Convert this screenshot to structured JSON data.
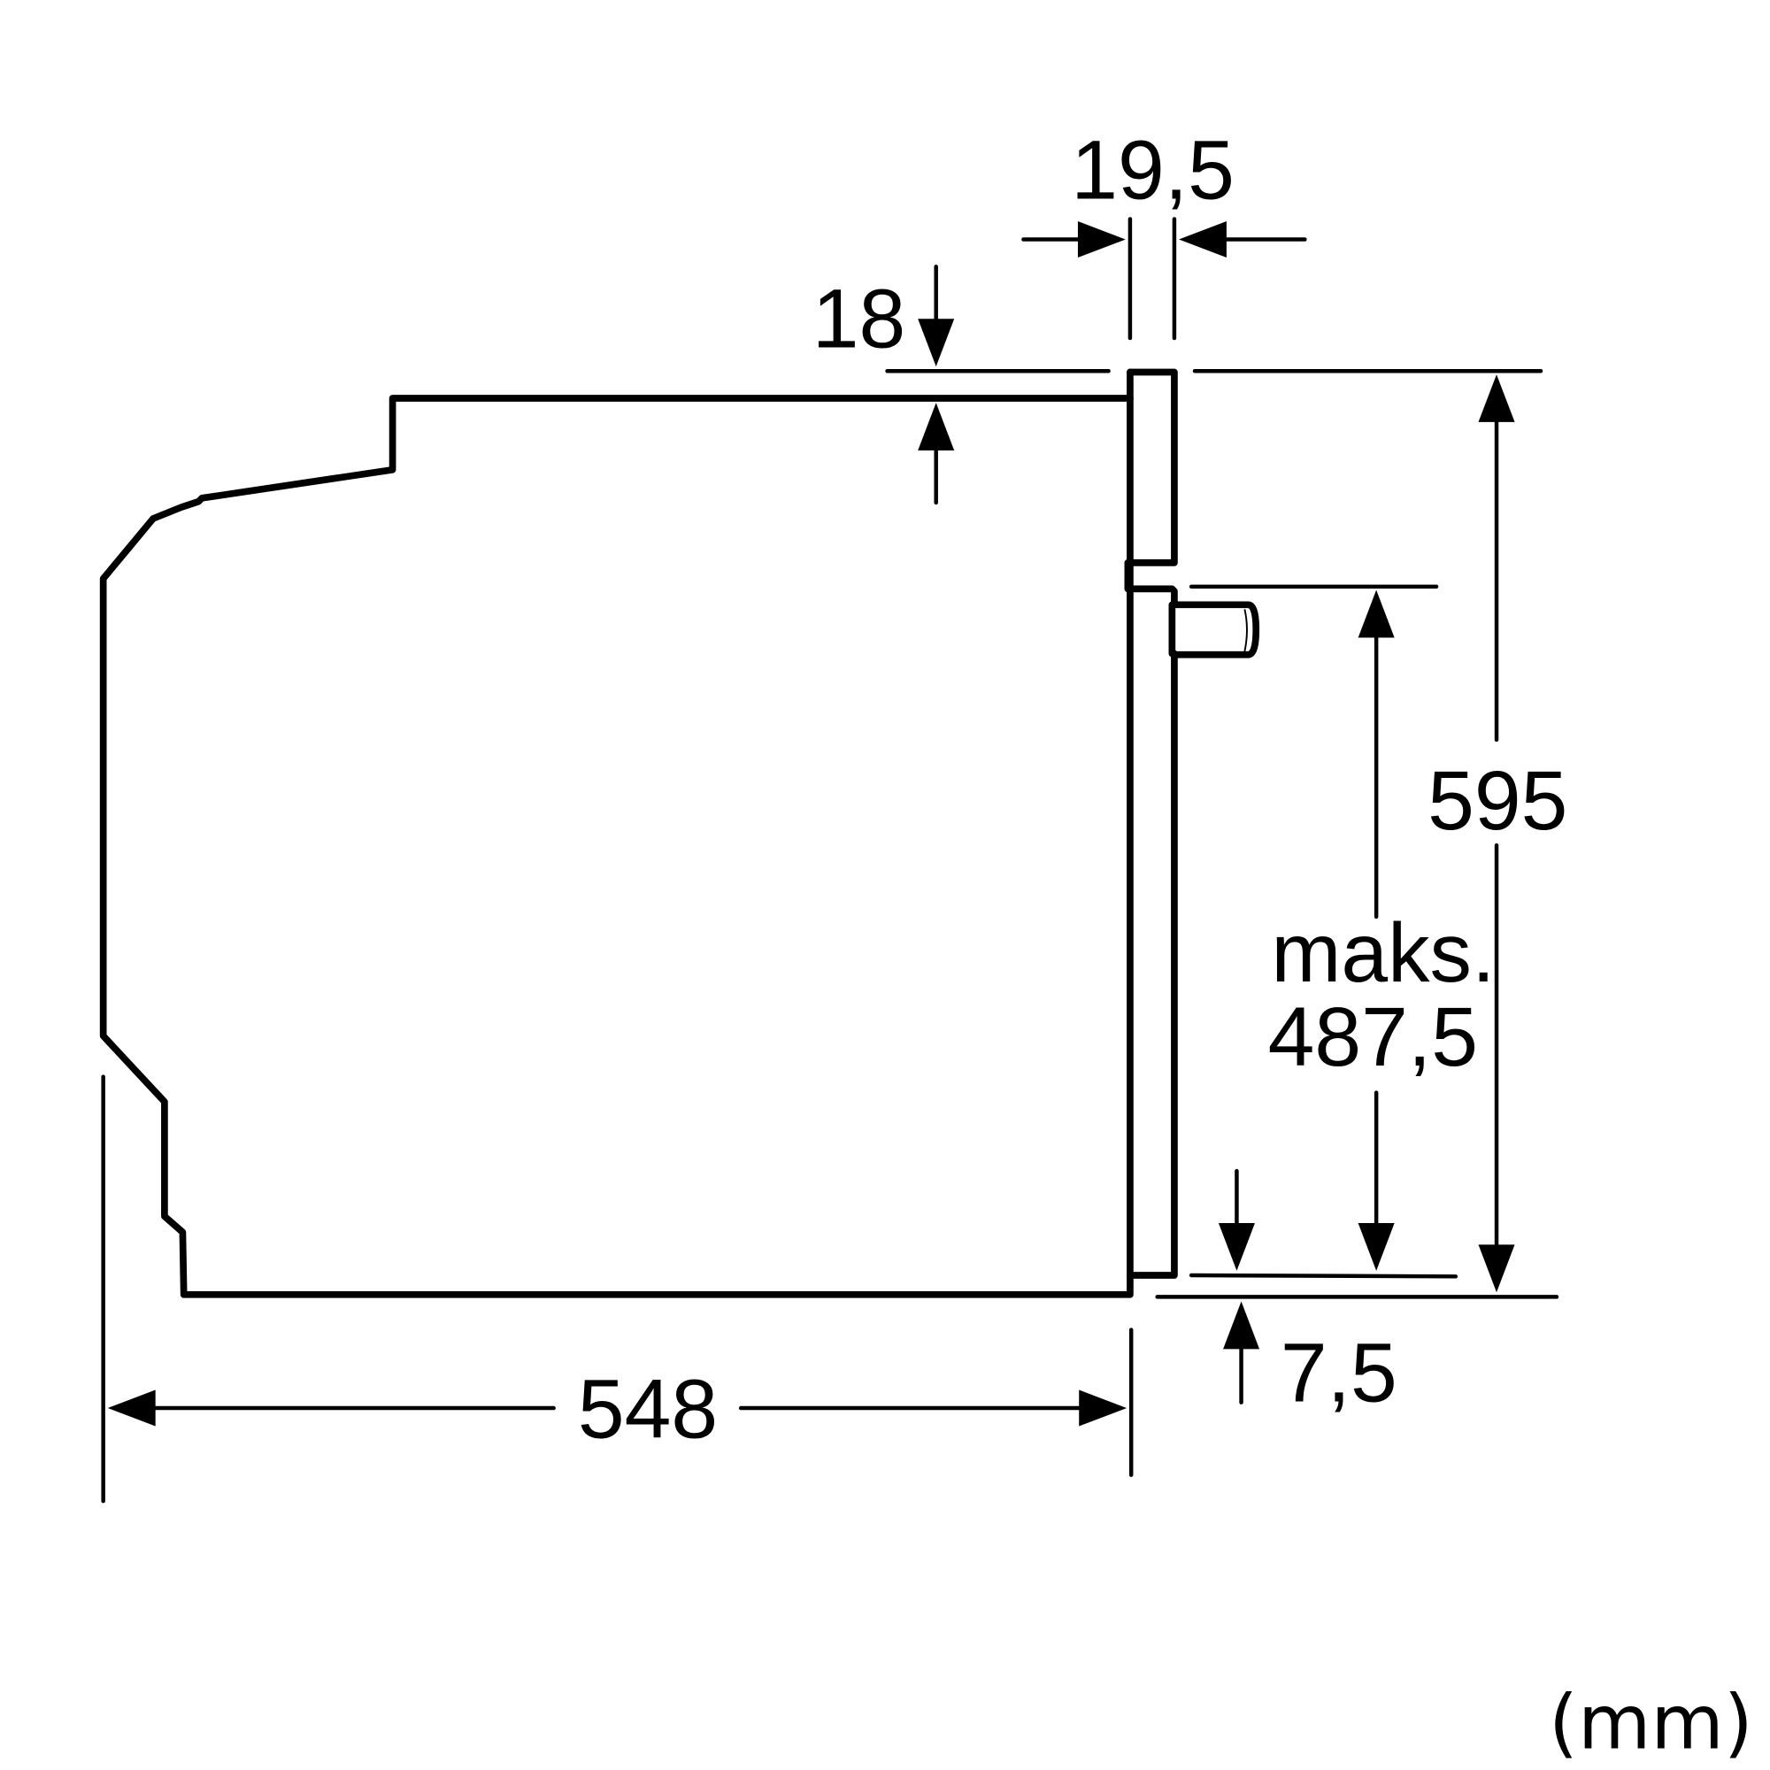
{
  "diagram": {
    "type": "built-in appliance side view installation drawing",
    "unit_label": "(mm)",
    "dimensions": {
      "door_thickness": "19,5",
      "top_gap": "18",
      "total_height": "595",
      "handle_height_prefix": "maks.",
      "handle_height_value": "487,5",
      "bottom_gap": "7,5",
      "depth": "548"
    },
    "colors": {
      "line": "#000000",
      "background": "#ffffff"
    }
  }
}
